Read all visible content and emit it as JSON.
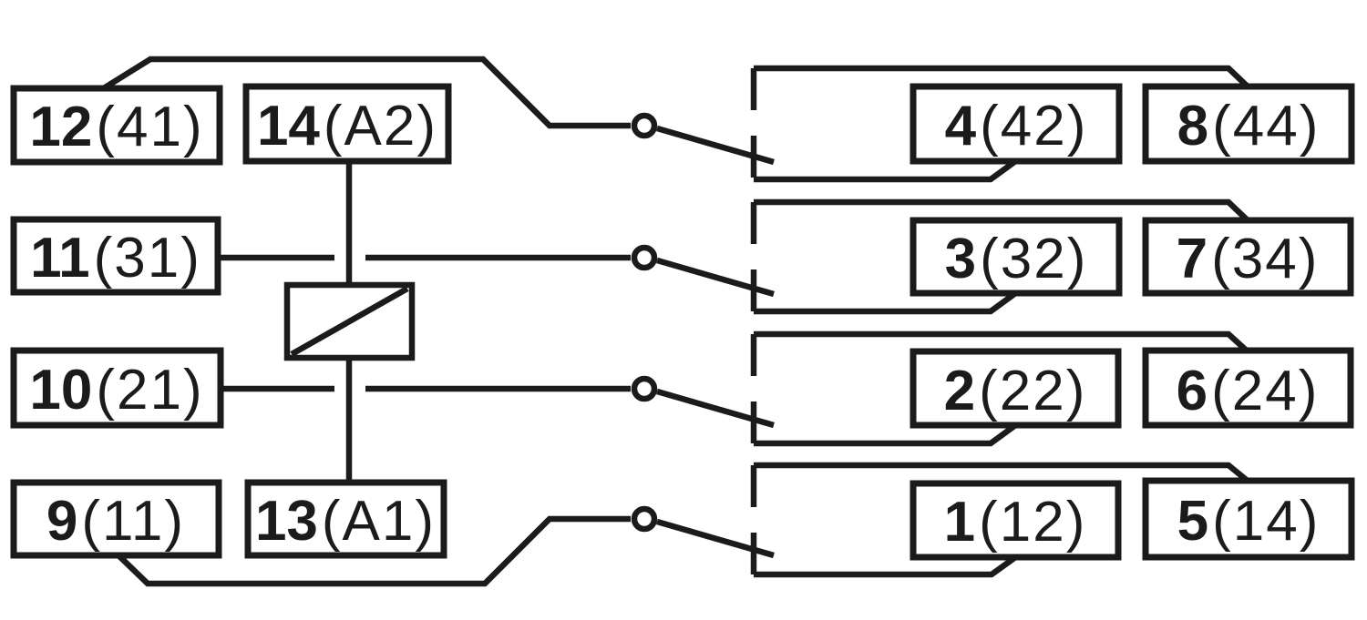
{
  "colors": {
    "background": "#ffffff",
    "line": "#1b1b1b"
  },
  "coil": {
    "top_terminal": {
      "number": "14",
      "code": "(A2)"
    },
    "bottom_terminal": {
      "number": "13",
      "code": "(A1)"
    }
  },
  "left_terminals": [
    {
      "number": "12",
      "code": "(41)"
    },
    {
      "number": "11",
      "code": "(31)"
    },
    {
      "number": "10",
      "code": "(21)"
    },
    {
      "number": "9",
      "code": "(11)"
    }
  ],
  "right_rows": [
    {
      "nc": {
        "number": "4",
        "code": "(42)"
      },
      "no": {
        "number": "8",
        "code": "(44)"
      }
    },
    {
      "nc": {
        "number": "3",
        "code": "(32)"
      },
      "no": {
        "number": "7",
        "code": "(34)"
      }
    },
    {
      "nc": {
        "number": "2",
        "code": "(22)"
      },
      "no": {
        "number": "6",
        "code": "(24)"
      }
    },
    {
      "nc": {
        "number": "1",
        "code": "(12)"
      },
      "no": {
        "number": "5",
        "code": "(14)"
      }
    }
  ]
}
